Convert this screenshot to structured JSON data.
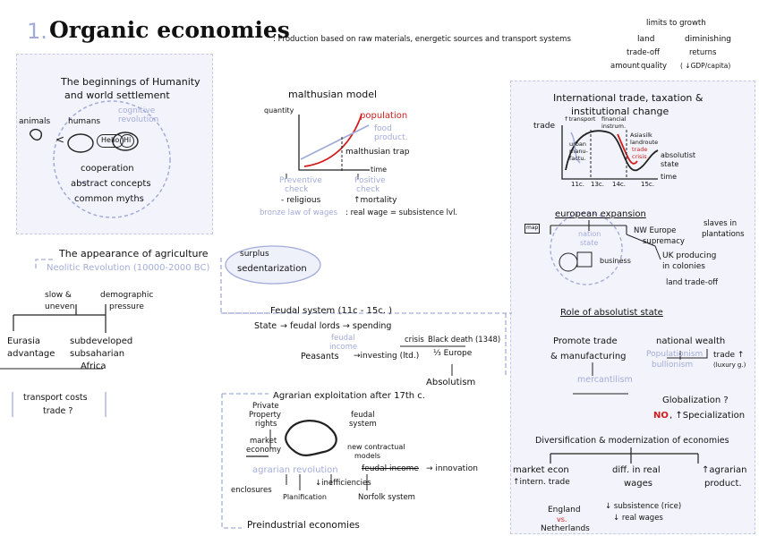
{
  "header": {
    "number": "1.",
    "title": "Organic economies",
    "subtitle": ": Production based on raw materials, energetic sources and transport systems",
    "growth": {
      "top": "limits to growth",
      "land": "land",
      "diminishing": "diminishing",
      "tradeoff": "trade-off",
      "returns": "returns",
      "amount": "amount",
      "quality": "quality",
      "gdp": "( ↓GDP/capita)"
    }
  },
  "humanity": {
    "title1": "The beginnings of Humanity",
    "title2": "and world settlement",
    "animals": "animals",
    "humans": "humans",
    "cognitive": "cognitive",
    "revolution": "revolution",
    "lt": "<",
    "hello": "Hello",
    "hi": "Hi",
    "cooperation": "cooperation",
    "abstract": "abstract concepts",
    "myths": "common myths"
  },
  "malthus": {
    "title": "malthusian model",
    "quantity": "quantity",
    "population": "population",
    "food1": "food",
    "food2": "product.",
    "trap": "malthusian trap",
    "time": "time",
    "preventive1": "Preventive",
    "preventive2": "check",
    "positive1": "Positive",
    "positive2": "check",
    "religious": "- religious",
    "mortality": "↑mortality",
    "bronze": "bronze law of wages",
    "realwage": ": real wage = subsistence lvl."
  },
  "trade": {
    "title1": "International trade, taxation &",
    "title2": "institutional change",
    "trade_label": "trade",
    "transport": "↑transport",
    "financial1": "financial",
    "financial2": "instrum.",
    "urban1": "urban",
    "urban2": "manu-",
    "urban3": "factu.",
    "asia1": "Asia",
    "asia2": "land",
    "silk1": "silk",
    "silk2": "route",
    "crisis1": "trade",
    "crisis2": "crisis",
    "absolutist1": "absolutist",
    "absolutist2": "state",
    "ticks": [
      "11c.",
      "13c.",
      "14c.",
      "15c."
    ],
    "time": "time"
  },
  "expansion": {
    "title": "european expansion",
    "nw": "NW Europe",
    "supremacy": "supremacy",
    "slaves1": "slaves in",
    "slaves2": "plantations",
    "uk1": "UK producing",
    "uk2": "in colonies",
    "land_trade": "land trade-off",
    "nation1": "nation",
    "nation2": "state",
    "business": "business",
    "map": "map"
  },
  "absolutist": {
    "title": "Role of absolutist state",
    "promote": "Promote trade",
    "manufacturing": "& manufacturing",
    "mercantilism": "mercantilism",
    "national": "national wealth",
    "populationism": "Populationism",
    "bullionism": "bullionism",
    "trade_up": "trade ↑",
    "luxury": "(luxury g.)",
    "globalization": "Globalization ?",
    "no": "NO",
    "specialization": ", ↑Specialization"
  },
  "diversification": {
    "title": "Diversification & modernization of economies",
    "market1": "market econ",
    "market2": "↑intern. trade",
    "diff1": "diff. in real",
    "diff2": "wages",
    "subsistence": "↓ subsistence (rice)",
    "realwages": "↓ real wages",
    "agrarian1": "↑agrarian",
    "agrarian2": "product.",
    "england": "England",
    "vs": "vs.",
    "netherlands": "Netherlands"
  },
  "agriculture": {
    "title": "The appearance of agriculture",
    "neolithic": "Neolitic Revolution (10000-2000 BC)",
    "surplus": "surplus",
    "sedentarization": "sedentarization",
    "slow1": "slow &",
    "slow2": "uneven",
    "demo1": "demographic",
    "demo2": "pressure",
    "eurasia1": "Eurasia",
    "eurasia2": "advantage",
    "subdev1": "subdeveloped",
    "subdev2": "subsaharian",
    "subdev3": "Africa",
    "transport": "transport costs",
    "tradeq": "trade ?"
  },
  "feudal": {
    "title": "Feudal system (11c - 15c.    )",
    "state": "State",
    "lords": "→ feudal lords → spending",
    "income1": "feudal",
    "income2": "income",
    "peasants": "Peasants",
    "crisis": "crisis",
    "investing": "→investing (ltd.)",
    "black1": "Black death (1348)",
    "black2": "⅓ Europe",
    "absolutism": "Absolutism"
  },
  "agrarian": {
    "title": "Agrarian exploitation after 17th c.",
    "private1": "Private",
    "private2": "Property",
    "private3": "rights",
    "market1": "market",
    "market2": "economy",
    "feudal1": "feudal",
    "feudal2": "system",
    "contract1": "new contractual",
    "contract2": "models",
    "revolution": "agrarian revolution",
    "feudal_income": "feudal income",
    "innovation": "→ innovation",
    "enclosures": "enclosures",
    "inefficiencies": "↓inefficiencies",
    "planification": "Planification",
    "norfolk": "Norfolk system",
    "preindustrial": "Preindustrial economies"
  }
}
